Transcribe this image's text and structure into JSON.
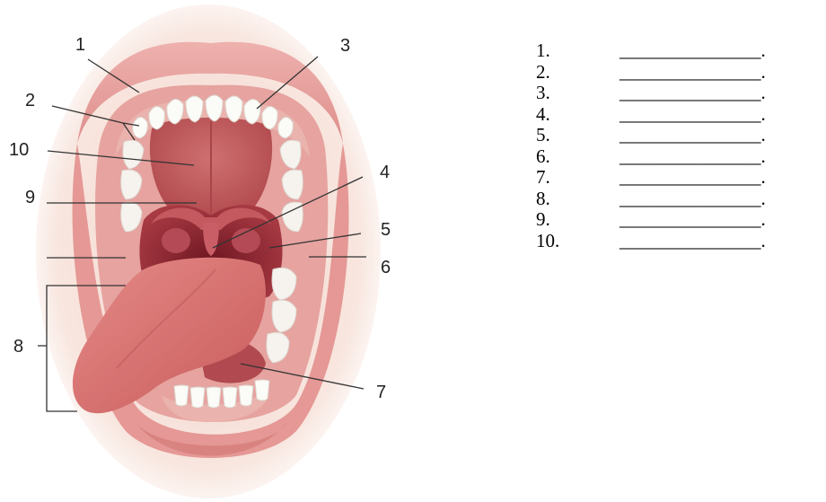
{
  "diagram": {
    "labels": [
      "1",
      "2",
      "3",
      "4",
      "5",
      "6",
      "7",
      "8",
      "9",
      "10"
    ]
  },
  "answers": [
    {
      "num": "1.",
      "blank": "_______________."
    },
    {
      "num": "2.",
      "blank": "_______________."
    },
    {
      "num": "3.",
      "blank": "_______________."
    },
    {
      "num": "4.",
      "blank": "_______________."
    },
    {
      "num": "5.",
      "blank": "_______________."
    },
    {
      "num": "6.",
      "blank": "_______________."
    },
    {
      "num": "7.",
      "blank": "_______________."
    },
    {
      "num": "8.",
      "blank": "_______________."
    },
    {
      "num": "9.",
      "blank": "_______________."
    },
    {
      "num": "10.",
      "blank": "_______________."
    }
  ],
  "colors": {
    "lip": "#e8a09e",
    "lip_dark": "#c97672",
    "palate": "#c25e5e",
    "throat": "#8e2730",
    "tongue": "#d8706f",
    "teeth": "#fbfbf7",
    "gum": "#eab3ad",
    "skin": "#f5dcd3"
  }
}
